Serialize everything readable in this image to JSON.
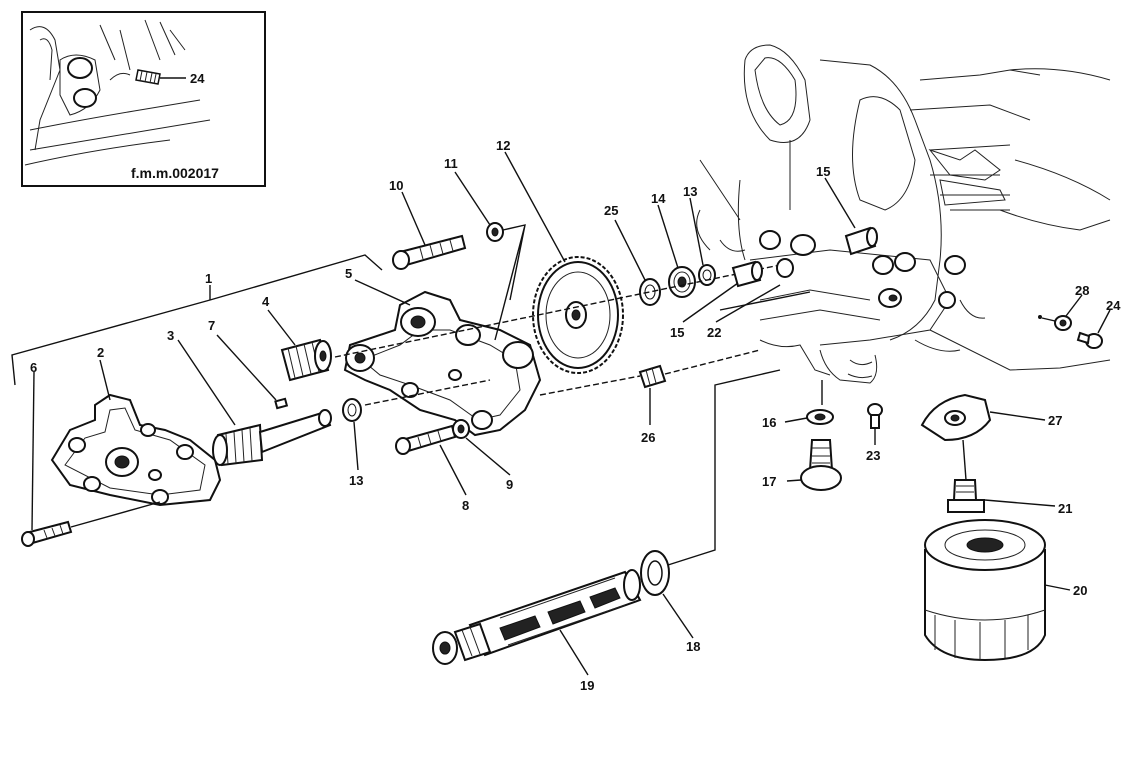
{
  "inset": {
    "code": "f.m.m.002017",
    "callout": "24"
  },
  "callouts": {
    "c1": "1",
    "c2": "2",
    "c3": "3",
    "c4": "4",
    "c5": "5",
    "c6": "6",
    "c7": "7",
    "c8": "8",
    "c9": "9",
    "c10": "10",
    "c11": "11",
    "c12": "12",
    "c13a": "13",
    "c13b": "13",
    "c14": "14",
    "c15a": "15",
    "c15b": "15",
    "c16": "16",
    "c17": "17",
    "c18": "18",
    "c19": "19",
    "c20": "20",
    "c21": "21",
    "c22": "22",
    "c23": "23",
    "c24": "24",
    "c25": "25",
    "c26": "26",
    "c27": "27",
    "c28": "28"
  }
}
